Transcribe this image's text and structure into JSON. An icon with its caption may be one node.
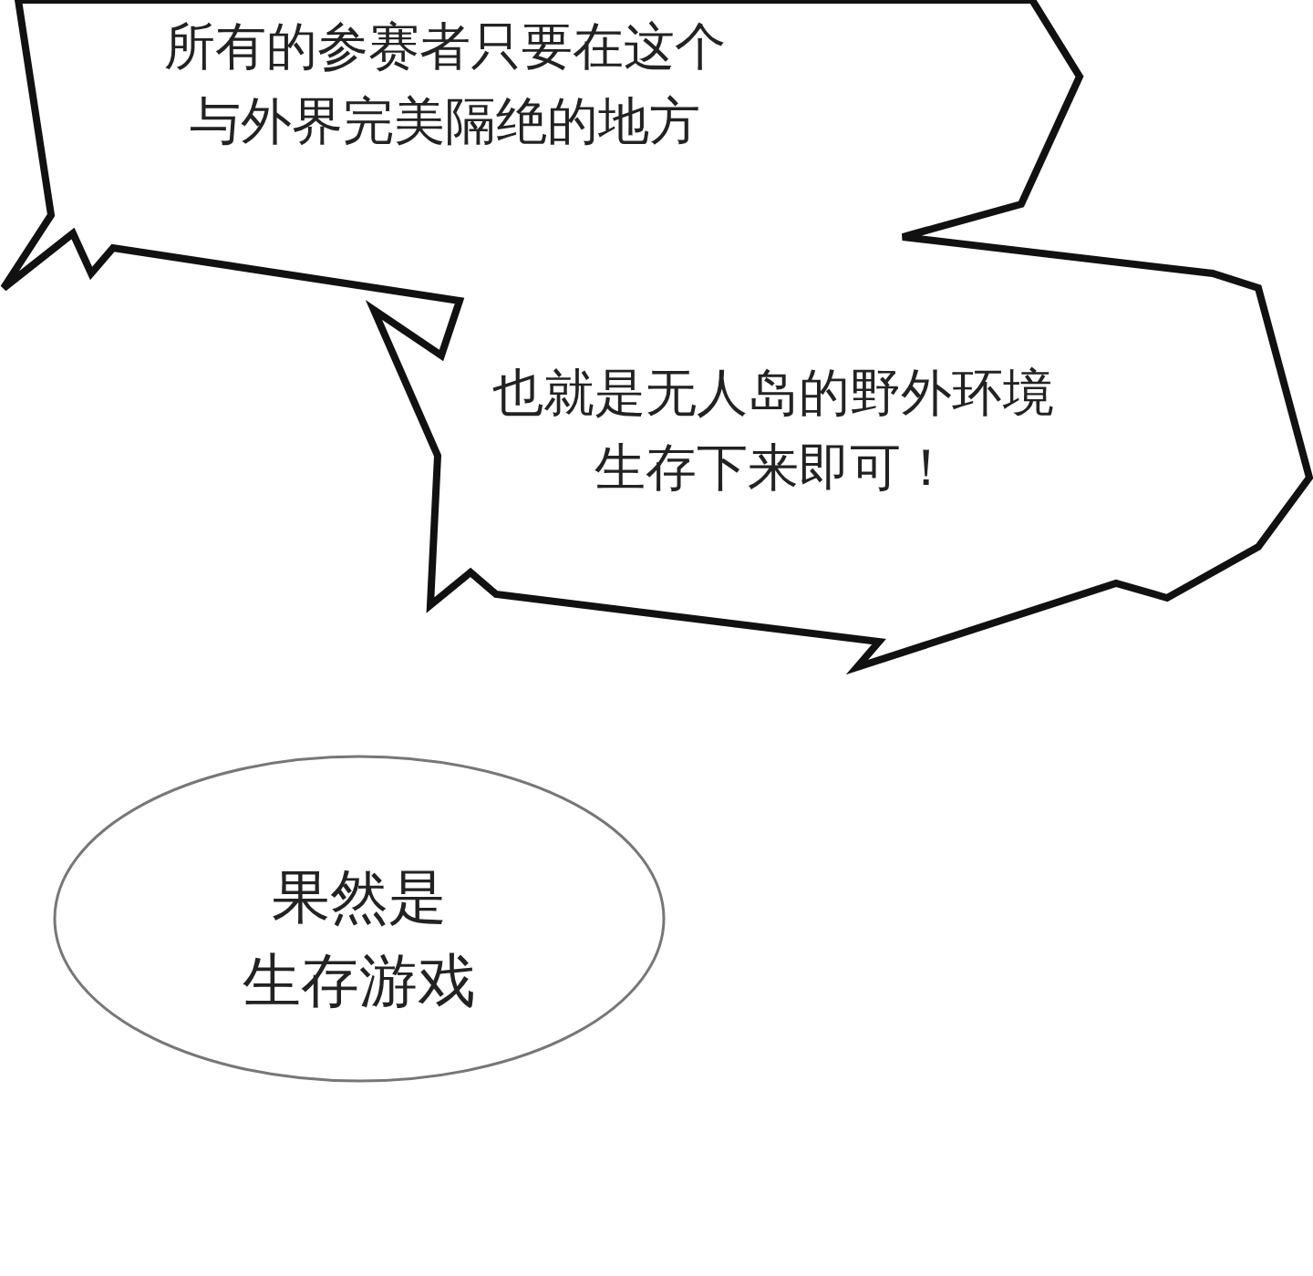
{
  "diagram": {
    "nodes": [
      {
        "text": [
          "所有的参赛者只要在这个与外界完美隔绝的地方",
          "也就是无人岛的野外环境生存下来即可！"
        ]
      },
      {
        "text": [
          "果然是生存游戏"
        ]
      }
    ]
  }
}
